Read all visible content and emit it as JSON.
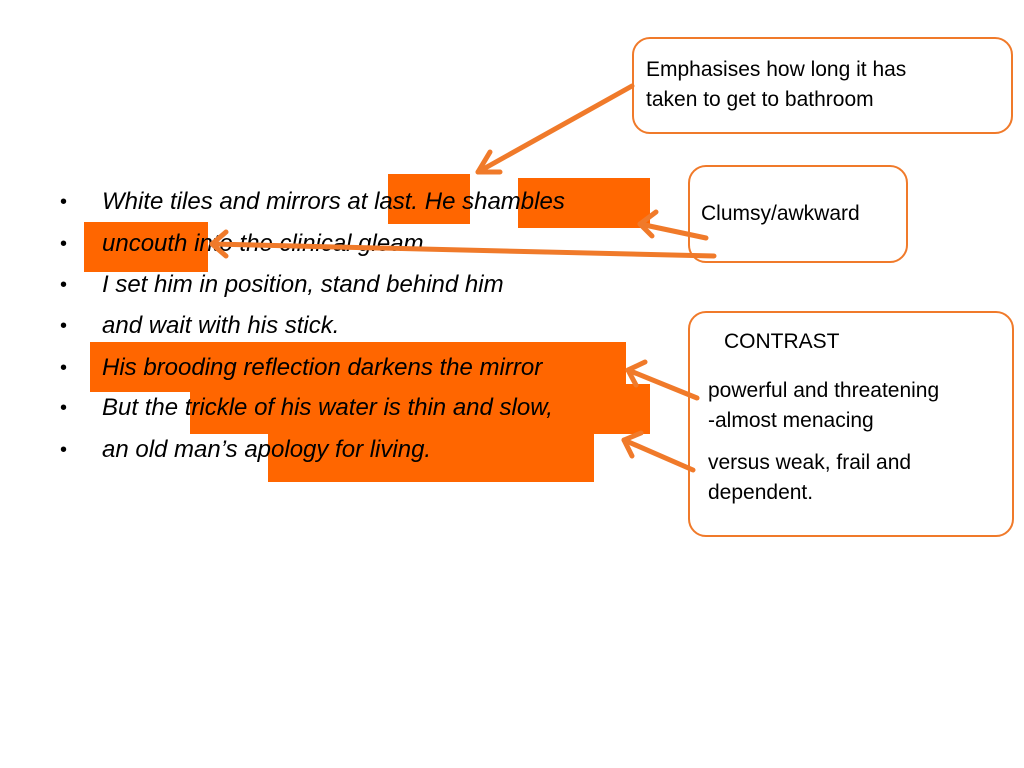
{
  "poem": {
    "lines": [
      "White tiles and mirrors at last. He shambles",
      "uncouth into the clinical gleam.",
      "I set him in position, stand behind him",
      "and wait with his stick.",
      "His brooding reflection darkens the mirror",
      "But the trickle of his water is thin and slow,",
      "an old man’s apology for living."
    ],
    "bullet": "•"
  },
  "annotations": {
    "emphasis": "Emphasises how long it has taken to get to bathroom",
    "emphasis_lines": [
      "Emphasises how long it has",
      "taken to get to bathroom"
    ],
    "clumsy": "Clumsy/awkward",
    "contrast_title": "CONTRAST",
    "contrast_1_lines": [
      "powerful and threatening",
      "-almost menacing"
    ],
    "contrast_2_lines": [
      "versus weak, frail and",
      "dependent."
    ]
  },
  "colors": {
    "highlight": "#ff6600",
    "arrow": "#f07a2a",
    "box_border": "#f07a2a"
  }
}
